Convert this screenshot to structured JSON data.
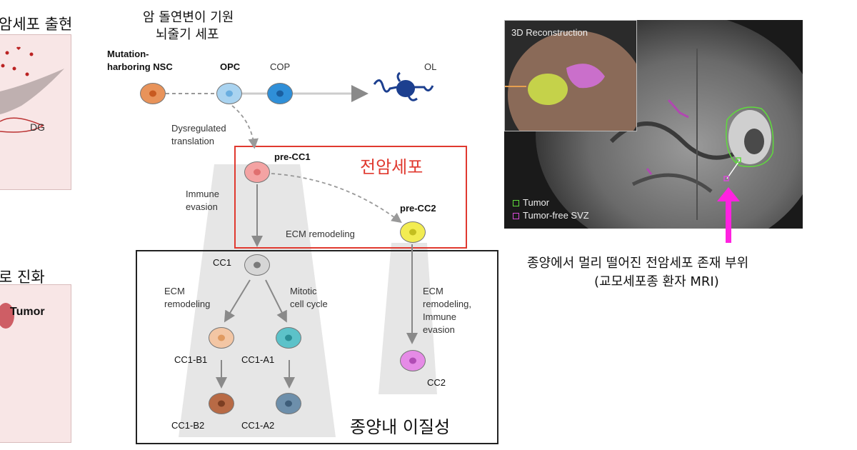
{
  "left_panel": {
    "title_top": "암세포 출현",
    "dg_label": "DG",
    "title_bottom": "로 진화",
    "tumor_label": "Tumor"
  },
  "center": {
    "origin_title_line1": "암 돌연변이 기원",
    "origin_title_line2": "뇌줄기 세포",
    "cells": {
      "nsc_label_line1": "Mutation-",
      "nsc_label_line2": "harboring NSC",
      "opc_label": "OPC",
      "cop_label": "COP",
      "ol_label": "OL",
      "pre_cc1_label": "pre-CC1",
      "pre_cc2_label": "pre-CC2",
      "cc1_label": "CC1",
      "cc1_b1_label": "CC1-B1",
      "cc1_a1_label": "CC1-A1",
      "cc1_b2_label": "CC1-B2",
      "cc1_a2_label": "CC1-A2",
      "cc2_label": "CC2"
    },
    "annotations": {
      "dysregulated_line1": "Dysregulated",
      "dysregulated_line2": "translation",
      "immune_line1": "Immune",
      "immune_line2": "evasion",
      "ecm_remodeling": "ECM remodeling",
      "ecm_left_line1": "ECM",
      "ecm_left_line2": "remodeling",
      "mitotic_line1": "Mitotic",
      "mitotic_line2": "cell cycle",
      "ecm_right_line1": "ECM",
      "ecm_right_line2": "remodeling,",
      "ecm_right_line3": "Immune",
      "ecm_right_line4": "evasion"
    },
    "precancer_box_title": "전암세포",
    "heterogeneity_box_title": "종양내 이질성"
  },
  "right": {
    "recon_title": "3D Reconstruction",
    "legend_tumor": "Tumor",
    "legend_svz": "Tumor-free SVZ",
    "caption_line1": "종양에서 멀리 떨어진 전암세포 존재 부위",
    "caption_line2": "(교모세포종 환자 MRI)"
  },
  "colors": {
    "nsc": "#e8935a",
    "opc": "#a9d3f0",
    "cop": "#2f8fd8",
    "ol": "#1c3f8f",
    "pre_cc1": "#f4a3a3",
    "pre_cc2": "#f2ec52",
    "cc1": "#d6d6d6",
    "cc1_b1": "#f3c6a4",
    "cc1_a1": "#5cc2c9",
    "cc1_b2": "#b86a45",
    "cc1_a2": "#6d8fab",
    "cc2": "#e58be6",
    "precancer_box": "#e0392f",
    "tumor_legend": "#5fdc3c",
    "svz_legend": "#d84bd8",
    "arrow_magenta": "#ff22e0"
  }
}
